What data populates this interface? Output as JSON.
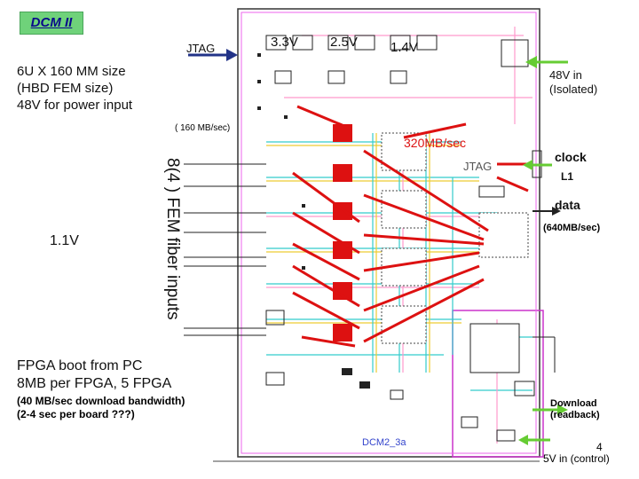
{
  "title": "DCM II",
  "labels": {
    "jtag_top": "JTAG",
    "size_line1": "6U X 160 MM size",
    "size_line2": "(HBD FEM size)",
    "size_line3": "48V for power input",
    "rate_160": "( 160 MB/sec)",
    "rate_320": "320MB/sec",
    "jtag_mid": "JTAG",
    "v33": "3.3V",
    "v25": "2.5V",
    "v14": "1.4V",
    "v11": "1.1V",
    "in48_line1": "48V in",
    "in48_line2": "(Isolated)",
    "clock": "clock",
    "l1": "L1",
    "data": "data",
    "rate_640": "(640MB/sec)",
    "fiber_inputs": "8(4 ) FEM fiber inputs",
    "boot_line1": "FPGA boot from PC",
    "boot_line2": "8MB per FPGA, 5 FPGA",
    "boot_line3": "(40 MB/sec download bandwidth)",
    "boot_line4": "(2-4 sec per board ???)",
    "download_line1": "Download",
    "download_line2": "(readback)",
    "page_number": "4",
    "ctrl_line": "5V in (control)",
    "board_name": "DCM2_3a"
  },
  "colors": {
    "accent_red": "#dd1111",
    "arrow_green": "#66cc33",
    "arrow_blue": "#223388",
    "title_bg": "#6fd27a"
  }
}
